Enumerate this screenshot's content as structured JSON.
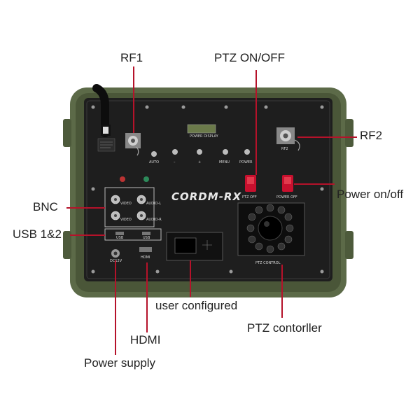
{
  "callouts": {
    "rf1": "RF1",
    "ptz_onoff": "PTZ ON/OFF",
    "rf2": "RF2",
    "power_onoff": "Power on/off",
    "bnc": "BNC",
    "usb": "USB 1&2",
    "user_configured": "user configured",
    "ptz_controller": "PTZ contorller",
    "hdmi": "HDMI",
    "power_supply": "Power supply"
  },
  "panel": {
    "brand": "CORDM-RX",
    "power_display": "POWER DISPLAY",
    "button_labels": [
      "AUTO",
      "–",
      "+",
      "MENU",
      "POWER"
    ],
    "rf2_label": "RF2",
    "ptz_off": "PTZ OFF",
    "power_off": "POWER OFF",
    "bnc_labels": [
      "VIDEO",
      "AUDIO-L",
      "VIDEO",
      "AUDIO-R"
    ],
    "usb_labels": [
      "USB",
      "USB"
    ],
    "hdmi_label": "HDMI",
    "dc_label": "DC12V",
    "ptz_control": "PTZ CONTROL"
  },
  "colors": {
    "leader": "#b5122a",
    "case": "#5c6a48",
    "panel": "#1e1e1e",
    "switch": "#c8102e"
  }
}
